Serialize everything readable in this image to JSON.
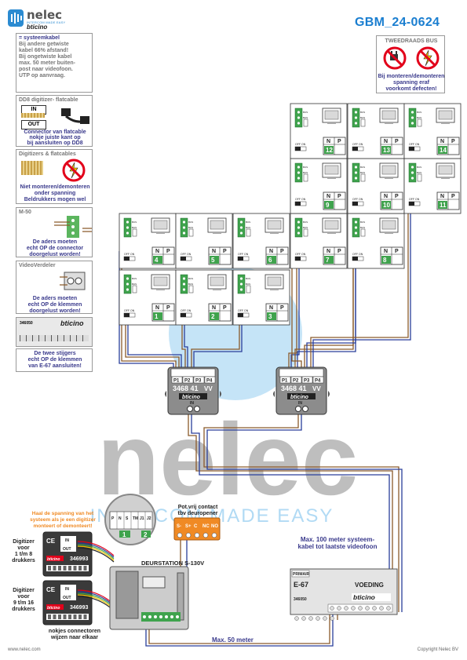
{
  "header": {
    "brand": "nelec",
    "brand_tagline": "INTERCOM MADE EASY",
    "sub_brand": "bticino",
    "doc_code": "GBM_24-0624"
  },
  "colors": {
    "title_blue": "#1a7ed0",
    "note_blue": "#3a3a8c",
    "warning_red": "#e2001a",
    "wire_brown": "#8a5a2b",
    "wire_blue": "#2a3f9a",
    "panel_green": "#3fa34d",
    "connector_orange": "#f08a24"
  },
  "notes": {
    "systeemkabel": {
      "title": "= systeemkabel",
      "lines": [
        "Bij andere getwiste",
        "kabel 66% afstand!",
        "Bij ongetwiste kabel",
        "max. 50 meter buiten-",
        "post naar videofoon.",
        "UTP op aanvraag."
      ]
    },
    "dd8": {
      "title": "DD8 digitizer- flatcable",
      "in": "IN",
      "out": "OUT",
      "lines": [
        "Connector van flatcable",
        "nokje juiste kant op",
        "bij aansluiten op DD8"
      ]
    },
    "digitizers": {
      "title": "Digitizers & flatcables",
      "lines": [
        "Niet monteren/demonteren",
        "onder spanning",
        "Beldrukkers mogen wel"
      ]
    },
    "m50": {
      "title": "M-50",
      "lines": [
        "De aders moeten",
        "echt OP de connector",
        "doorgelust worden!"
      ]
    },
    "videoverdeler": {
      "title": "VideoVerdeler",
      "lines": [
        "De aders moeten",
        "echt OP de klemmen",
        "doorgelust worden!"
      ]
    },
    "e67": {
      "code": "346050",
      "lines": [
        "De twee stijgers",
        "echt OP de klemmen",
        "van E-67 aansluiten!"
      ]
    },
    "tweedraads": {
      "title": "TWEEDRAADS BUS",
      "lines": [
        "Bij monteren/demonteren",
        "spanning eraf",
        "voorkomt defecten!"
      ]
    }
  },
  "monitor": {
    "n_label": "N",
    "p_label": "P",
    "off_on": "OFF ON",
    "terminals": [
      "BUS",
      "BUS"
    ]
  },
  "monitors": [
    {
      "num": "1"
    },
    {
      "num": "2"
    },
    {
      "num": "3"
    },
    {
      "num": "4"
    },
    {
      "num": "5"
    },
    {
      "num": "6"
    },
    {
      "num": "7"
    },
    {
      "num": "8"
    },
    {
      "num": "9"
    },
    {
      "num": "10"
    },
    {
      "num": "11"
    },
    {
      "num": "12"
    },
    {
      "num": "13"
    },
    {
      "num": "14"
    }
  ],
  "distributor": {
    "model": "3468 41",
    "vv": "VV",
    "ports": [
      "P1",
      "P2",
      "P3",
      "P4"
    ],
    "in_label": "IN",
    "count": 2
  },
  "door_station": {
    "name": "DEURSTATION S-130V",
    "pins": [
      "P",
      "N",
      "S",
      "TM",
      "J1",
      "J2"
    ],
    "pin_num_1": "1",
    "pin_num_2": "2"
  },
  "contact": {
    "title_lines": [
      "Pot.vrij contact",
      "tbv deuropener"
    ],
    "terminals": [
      "S-",
      "S+",
      "C",
      "NC",
      "NO"
    ]
  },
  "digitizers": [
    {
      "label_lines": [
        "Digitizer",
        "voor",
        "1 t/m 8",
        "drukkers"
      ],
      "model": "346993"
    },
    {
      "label_lines": [
        "Digitizer",
        "voor",
        "9 t/m 16",
        "drukkers"
      ],
      "model": "346993"
    }
  ],
  "digitizer_in": "IN",
  "digitizer_out": "OUT",
  "spanning_note": [
    "Haal de spanning van het",
    "systeem als je een digitizer",
    "monteert of demonteert!"
  ],
  "nokjes_note": [
    "nokjes connectoren",
    "wijzen naar elkaar"
  ],
  "power_supply": {
    "name": "E-67",
    "primair": "PRIMAIR",
    "voeding": "VOEDING",
    "code": "346050",
    "brand": "bticino"
  },
  "labels": {
    "max100": [
      "Max. 100 meter systeem-",
      "kabel tot laatste videofoon"
    ],
    "max50": "Max. 50 meter"
  },
  "footer": {
    "website": "www.nelec.com",
    "copyright": "Copyright Nelec BV"
  }
}
